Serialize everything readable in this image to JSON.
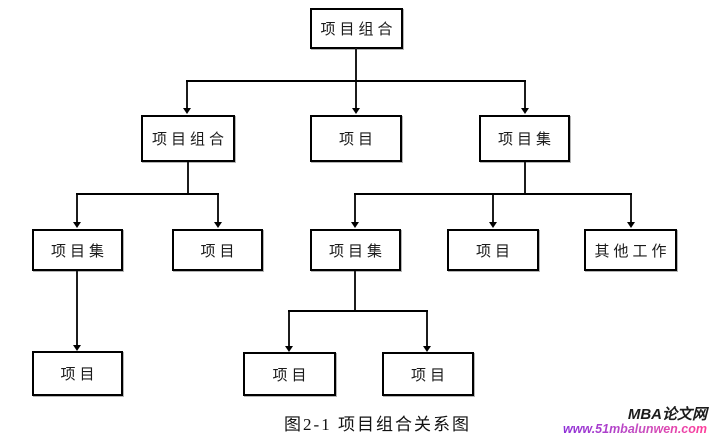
{
  "diagram": {
    "caption": "图2-1 项目组合关系图",
    "nodes": {
      "root": {
        "label": "项目组合"
      },
      "l2_portfolio": {
        "label": "项目组合"
      },
      "l2_project": {
        "label": "项目"
      },
      "l2_program": {
        "label": "项目集"
      },
      "l3_program_a": {
        "label": "项目集"
      },
      "l3_project_a": {
        "label": "项目"
      },
      "l3_program_b": {
        "label": "项目集"
      },
      "l3_project_b": {
        "label": "项目"
      },
      "l3_other": {
        "label": "其他工作"
      },
      "l4_project_a": {
        "label": "项目"
      },
      "l4_project_b": {
        "label": "项目"
      },
      "l4_project_c": {
        "label": "项目"
      }
    },
    "edges": [
      {
        "from": "root",
        "to": "l2_portfolio"
      },
      {
        "from": "root",
        "to": "l2_project"
      },
      {
        "from": "root",
        "to": "l2_program"
      },
      {
        "from": "l2_portfolio",
        "to": "l3_program_a"
      },
      {
        "from": "l2_portfolio",
        "to": "l3_project_a"
      },
      {
        "from": "l2_program",
        "to": "l3_program_b"
      },
      {
        "from": "l2_program",
        "to": "l3_project_b"
      },
      {
        "from": "l2_program",
        "to": "l3_other"
      },
      {
        "from": "l3_program_a",
        "to": "l4_project_a"
      },
      {
        "from": "l3_program_b",
        "to": "l4_project_b"
      },
      {
        "from": "l3_program_b",
        "to": "l4_project_c"
      }
    ],
    "line_color": "#000000"
  },
  "watermark": {
    "site_name": "MBA论文网",
    "site_url": "www.51mbalunwen.com",
    "name_color": "#1c1c1c",
    "url_gradient_start": "#8e2fd8",
    "url_gradient_end": "#ff3d9a"
  }
}
